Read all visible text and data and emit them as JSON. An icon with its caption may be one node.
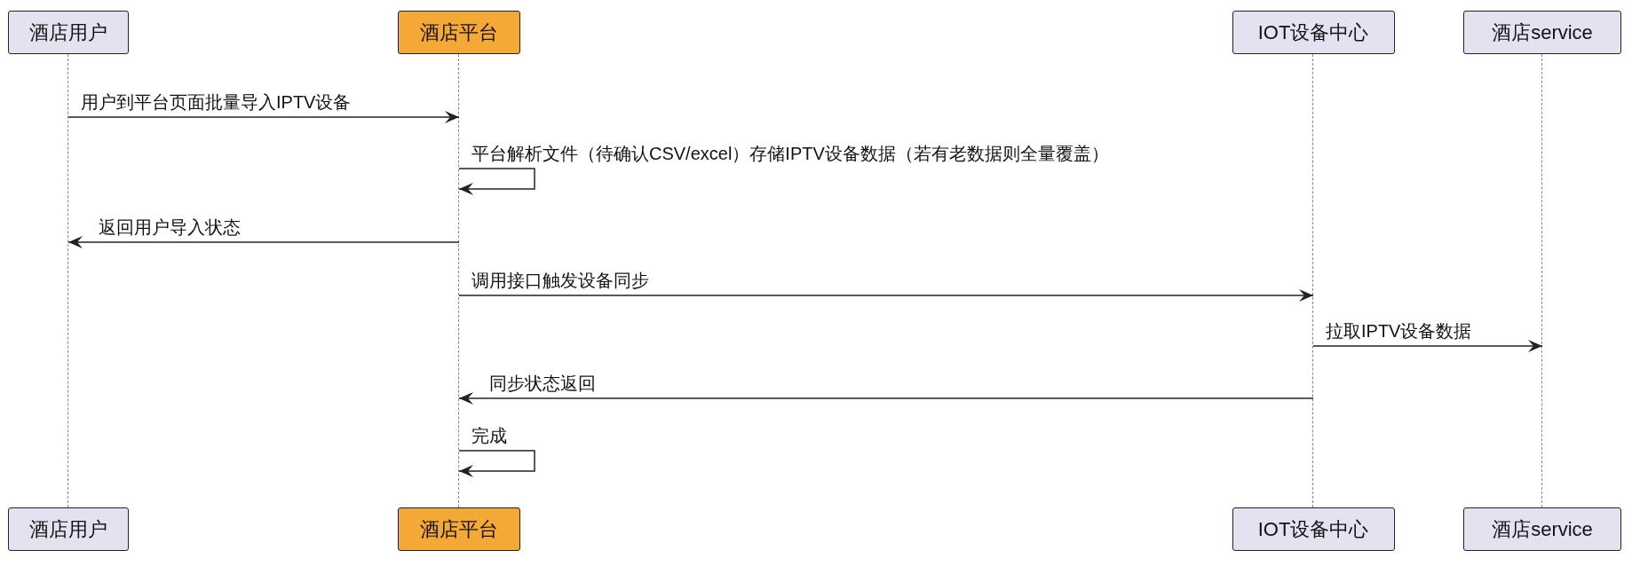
{
  "diagram": {
    "nodes": [
      {
        "text": [
          "酒店用户"
        ]
      },
      {
        "text": [
          "酒店平台"
        ]
      },
      {
        "text": [
          "IOT设备中心"
        ]
      },
      {
        "text": [
          "酒店service"
        ]
      },
      {
        "text": [],
        "shape": "line"
      },
      {
        "text": [],
        "shape": "line"
      },
      {
        "text": [],
        "shape": "line"
      },
      {
        "text": [],
        "shape": "line"
      },
      {
        "text": [
          "酒店用户"
        ]
      },
      {
        "text": [
          "酒店平台"
        ]
      },
      {
        "text": [
          "IOT设备中心"
        ]
      },
      {
        "text": [
          "酒店service"
        ]
      }
    ],
    "edges": [
      {
        "from": 4,
        "to": 5,
        "arrow": "to",
        "label": "用户到平台页面批量导入IPTV设备"
      },
      {
        "from": 5,
        "to": 5,
        "arrow": "to",
        "label": "平台解析文件（待确认CSV/excel）存储IPTV设备数据（若有老数据则全量覆盖）"
      },
      {
        "from": 5,
        "to": 4,
        "arrow": "to",
        "label": "返回用户导入状态"
      },
      {
        "from": 5,
        "to": 6,
        "arrow": "to",
        "label": "调用接口触发设备同步"
      },
      {
        "from": 6,
        "to": 7,
        "arrow": "to",
        "label": "拉取IPTV设备数据"
      },
      {
        "from": 6,
        "to": 5,
        "arrow": "to",
        "label": "同步状态返回"
      },
      {
        "from": 5,
        "to": 5,
        "arrow": "to",
        "label": "完成"
      }
    ]
  }
}
